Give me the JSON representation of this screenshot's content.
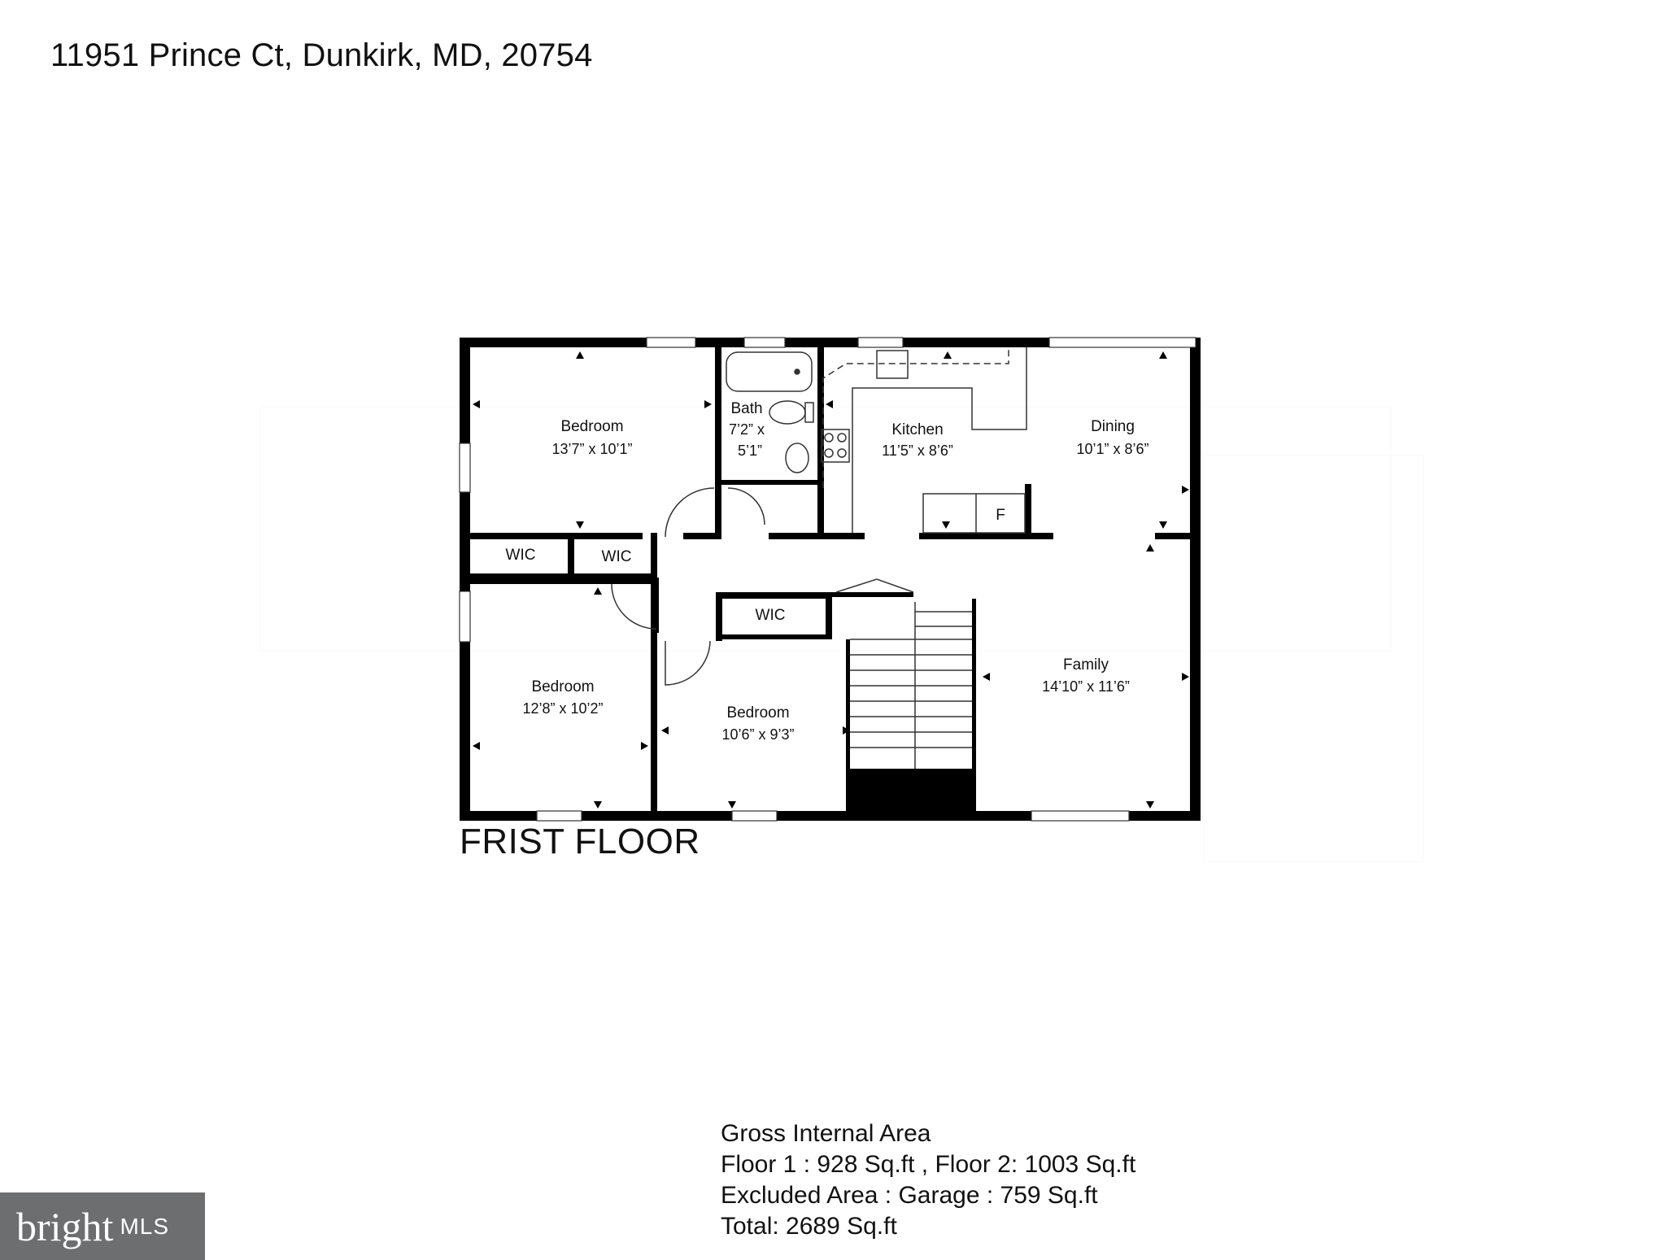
{
  "header": {
    "address": "11951 Prince Ct, Dunkirk, MD, 20754"
  },
  "floor": {
    "label": "FRIST FLOOR"
  },
  "rooms": [
    {
      "name": "Bedroom",
      "dims": "13’7” x 10’1”"
    },
    {
      "name": "Bath",
      "dims_line1": "7’2” x",
      "dims_line2": "5’1”"
    },
    {
      "name": "Kitchen",
      "dims": "11’5” x 8’6”"
    },
    {
      "name": "Dining",
      "dims": "10’1” x 8’6”"
    },
    {
      "name": "WIC"
    },
    {
      "name": "WIC"
    },
    {
      "name": "WIC"
    },
    {
      "name": "Bedroom",
      "dims": "12’8” x 10’2”"
    },
    {
      "name": "Bedroom",
      "dims": "10’6” x 9’3”"
    },
    {
      "name": "Family",
      "dims": "14’10” x 11’6”"
    }
  ],
  "fixtures": {
    "fridge_label": "F"
  },
  "area": {
    "title": "Gross Internal Area",
    "floors": "Floor 1 : 928 Sq.ft , Floor 2: 1003 Sq.ft",
    "excluded": "Excluded Area : Garage : 759 Sq.ft",
    "total": "Total: 2689 Sq.ft"
  },
  "logo": {
    "word": "bright",
    "suffix": "MLS",
    "accent_color": "#e8542d",
    "bg_color": "#6d6e70"
  }
}
